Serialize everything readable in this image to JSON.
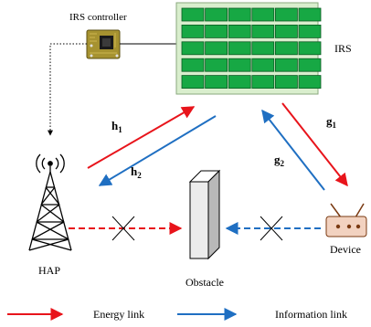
{
  "labels": {
    "irs_controller": "IRS controller",
    "irs": "IRS",
    "hap": "HAP",
    "obstacle": "Obstacle",
    "device": "Device",
    "h1": "h",
    "h1_sub": "1",
    "h2": "h",
    "h2_sub": "2",
    "g1": "g",
    "g1_sub": "1",
    "g2": "g",
    "g2_sub": "2"
  },
  "legend": {
    "energy_link": "Energy link",
    "information_link": "Information link"
  },
  "colors": {
    "energy": "#e8141b",
    "information": "#1f6fc2",
    "irs_panel_bg": "#d9eecd",
    "irs_element": "#17a844",
    "pcb": "#a69230"
  },
  "irs_grid": {
    "rows": 5,
    "cols": 6
  }
}
